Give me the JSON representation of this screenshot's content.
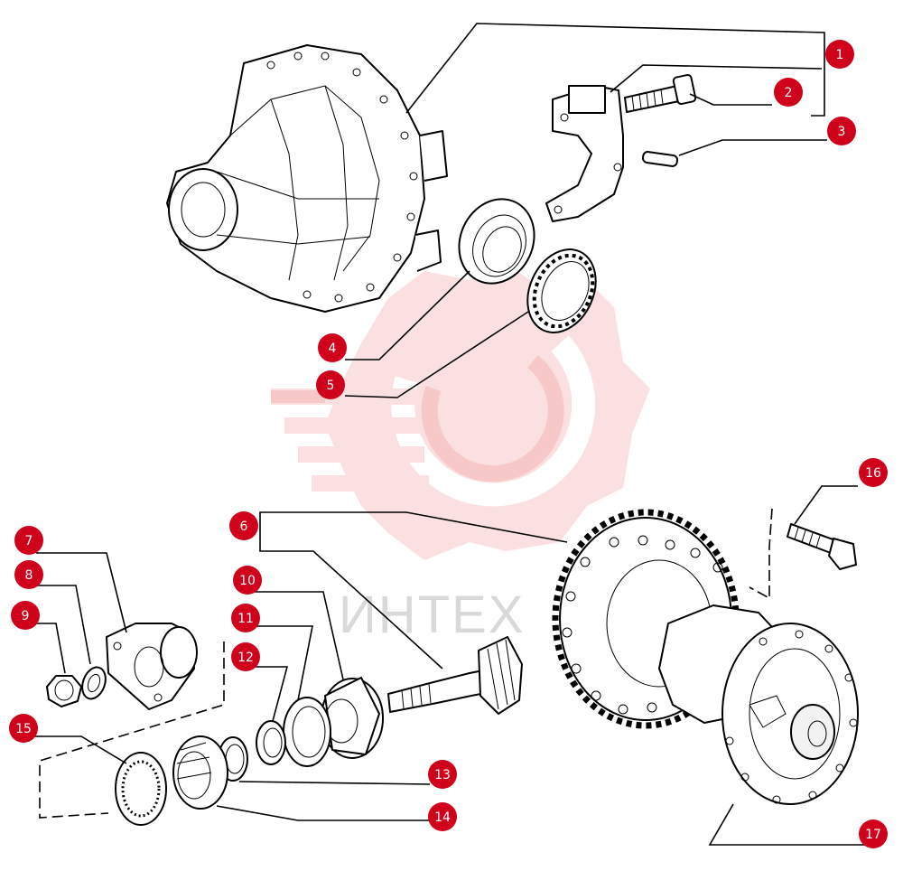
{
  "diagram": {
    "watermark": {
      "text": "ИНТЕХ"
    },
    "accent_color": "#d0021b",
    "callouts": [
      {
        "id": "1",
        "label": "1"
      },
      {
        "id": "2",
        "label": "2"
      },
      {
        "id": "3",
        "label": "3"
      },
      {
        "id": "4",
        "label": "4"
      },
      {
        "id": "5",
        "label": "5"
      },
      {
        "id": "6",
        "label": "6"
      },
      {
        "id": "7",
        "label": "7"
      },
      {
        "id": "8",
        "label": "8"
      },
      {
        "id": "9",
        "label": "9"
      },
      {
        "id": "10",
        "label": "10"
      },
      {
        "id": "11",
        "label": "11"
      },
      {
        "id": "12",
        "label": "12"
      },
      {
        "id": "13",
        "label": "13"
      },
      {
        "id": "14",
        "label": "14"
      },
      {
        "id": "15",
        "label": "15"
      },
      {
        "id": "16",
        "label": "16"
      },
      {
        "id": "17",
        "label": "17"
      }
    ]
  }
}
